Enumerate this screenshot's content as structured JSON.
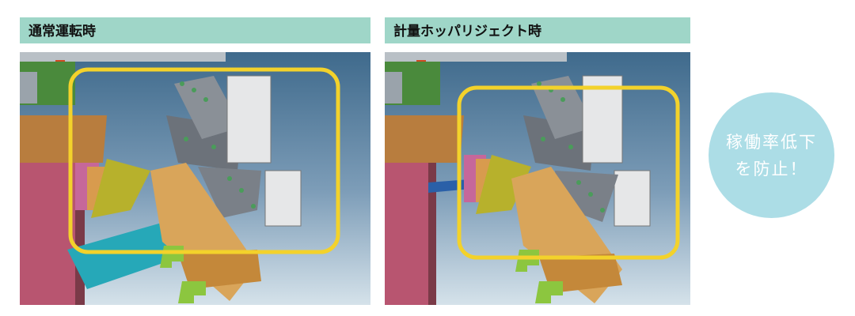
{
  "panels": {
    "normal": {
      "title": "通常運転時"
    },
    "reject": {
      "title": "計量ホッパリジェクト時"
    }
  },
  "badge": {
    "line1": "稼働率低下",
    "line2": "を防止！"
  },
  "icons": {
    "highlight_frame": "rounded-rectangle-highlight"
  },
  "colors": {
    "header_bg": "#9fd6c8",
    "highlight": "#f3d22b",
    "badge_bg": "#acdde6",
    "scene_bg_top": "#3f6a8c",
    "scene_bg_bottom": "#d5e2ea"
  }
}
